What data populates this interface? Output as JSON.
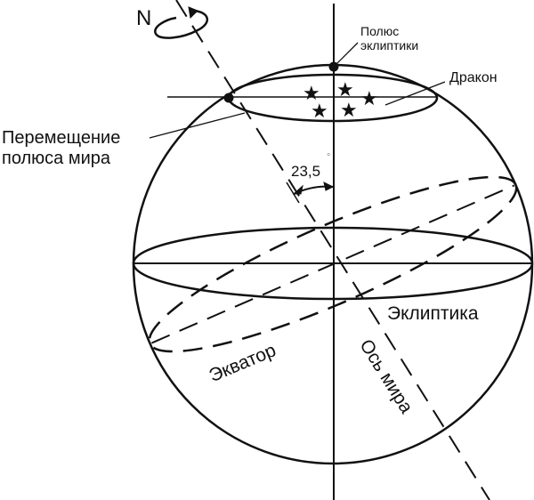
{
  "labels": {
    "north": "N",
    "ecliptic_pole": [
      "Полюс",
      "эклиптики"
    ],
    "draco": "Дракон",
    "pole_motion": [
      "Перемещение",
      "полюса мира"
    ],
    "angle": "23,5",
    "degree": "°",
    "ecliptic": "Эклиптика",
    "equator": "Экватор",
    "world_axis": "Ось мира"
  },
  "colors": {
    "ink": "#111111",
    "background": "#ffffff"
  }
}
